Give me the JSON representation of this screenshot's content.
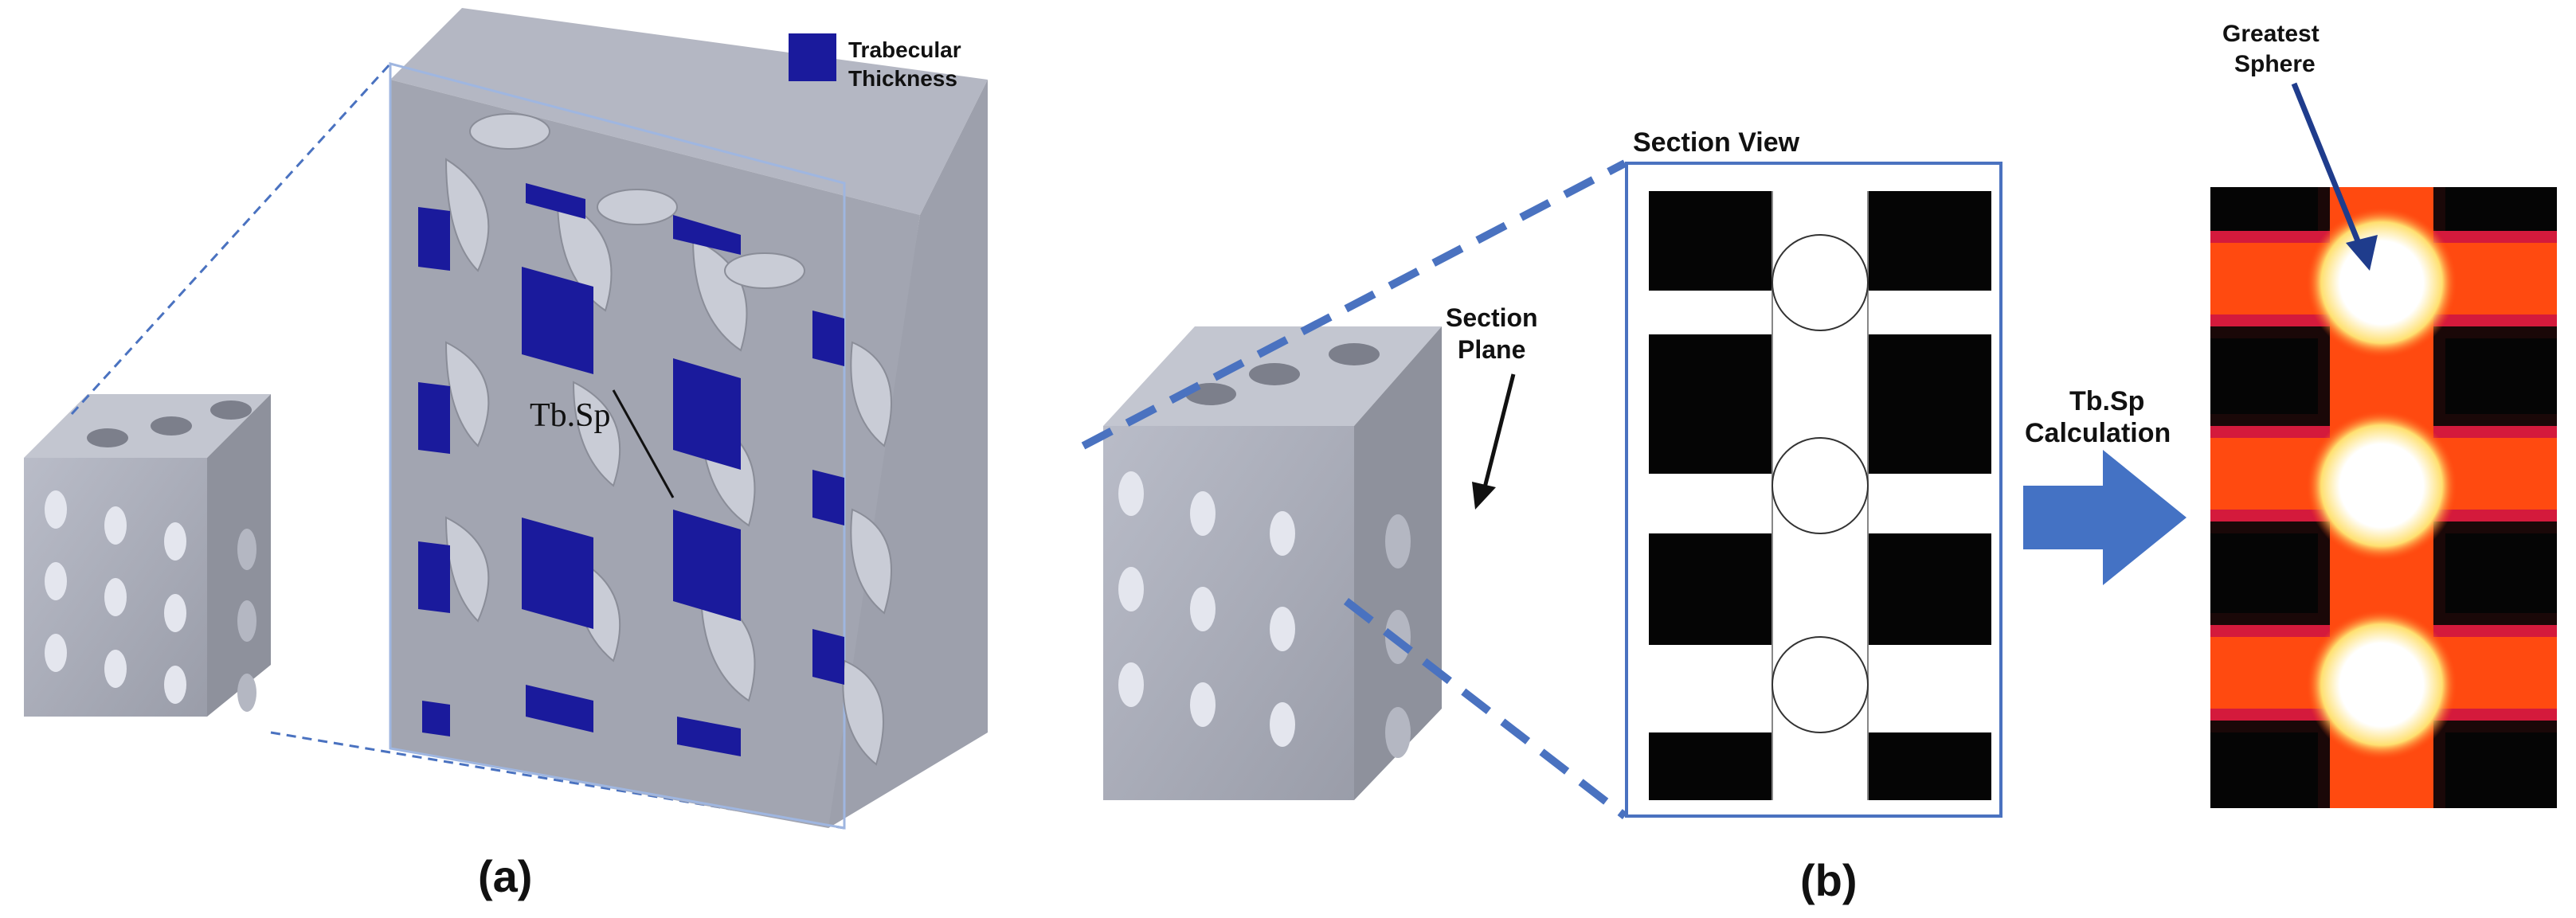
{
  "panel_a": {
    "legend_label_line1": "Trabecular",
    "legend_label_line2": "Thickness",
    "legend_color": "#1a1a9c",
    "measure_label": "Tb.Sp",
    "panel_label": "(a)"
  },
  "panel_b": {
    "section_plane_line1": "Section",
    "section_plane_line2": "Plane",
    "section_view_label": "Section View",
    "calc_line1": "Tb.Sp",
    "calc_line2": "Calculation",
    "greatest_line1": "Greatest",
    "greatest_line2": "Sphere",
    "panel_label": "(b)"
  },
  "colors": {
    "gray_face": "#a9acb8",
    "gray_top": "#c3c6d0",
    "gray_side": "#8e919c",
    "dash_blue": "#4a72c0",
    "arrow_blue": "#4472c4",
    "heat_orange": "#ff4a10",
    "heat_red": "#d41a3c"
  }
}
